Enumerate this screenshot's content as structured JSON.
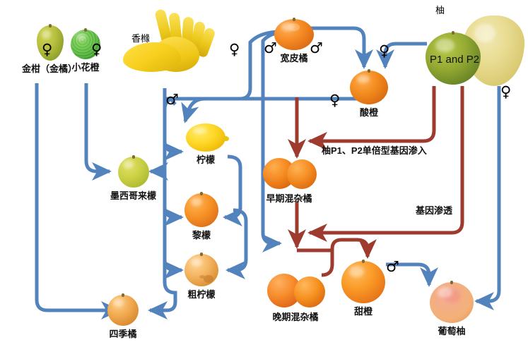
{
  "colors": {
    "blue": "#5383bd",
    "dark_red": "#9e3a2e",
    "text": "#111111"
  },
  "nodes": {
    "kumquat": {
      "label": "金柑（金橘）"
    },
    "papeda": {
      "label": "小花橙"
    },
    "citron": {
      "label": "香橼"
    },
    "mandarin": {
      "label": "宽皮橘"
    },
    "pomelo": {
      "label": "柚",
      "haplotype": "P1 and P2"
    },
    "sour_orange": {
      "label": "酸橙"
    },
    "lemon": {
      "label": "柠檬"
    },
    "mexican_lime": {
      "label": "墨西哥来檬"
    },
    "rangpur_lime": {
      "label": "黎檬"
    },
    "rough_lemon": {
      "label": "粗柠檬"
    },
    "early_admix": {
      "label": "早期混杂橘"
    },
    "late_admix": {
      "label": "晚期混杂橘"
    },
    "calamondin": {
      "label": "四季橘"
    },
    "sweet_orange": {
      "label": "甜橙"
    },
    "grapefruit": {
      "label": "葡萄柚"
    }
  },
  "annotations": {
    "introgression_p1p2": "柚P1、P2单倍型基因渗入",
    "introgression": "基因渗透"
  },
  "symbols": {
    "female": "♀",
    "male": "♂"
  },
  "sex_markers": [
    {
      "sex": "female",
      "near": "kumquat"
    },
    {
      "sex": "female",
      "near": "papeda"
    },
    {
      "sex": "male",
      "near": "citron-to-lemon"
    },
    {
      "sex": "female",
      "near": "mandarin-left-female"
    },
    {
      "sex": "male",
      "near": "mandarin-left-male"
    },
    {
      "sex": "male",
      "near": "mandarin-right-male"
    },
    {
      "sex": "female",
      "near": "pomelo-left-female"
    },
    {
      "sex": "female",
      "near": "sour-orange-female"
    },
    {
      "sex": "female",
      "near": "pomelo-right-female"
    },
    {
      "sex": "male",
      "near": "sweet-orange-male"
    }
  ]
}
